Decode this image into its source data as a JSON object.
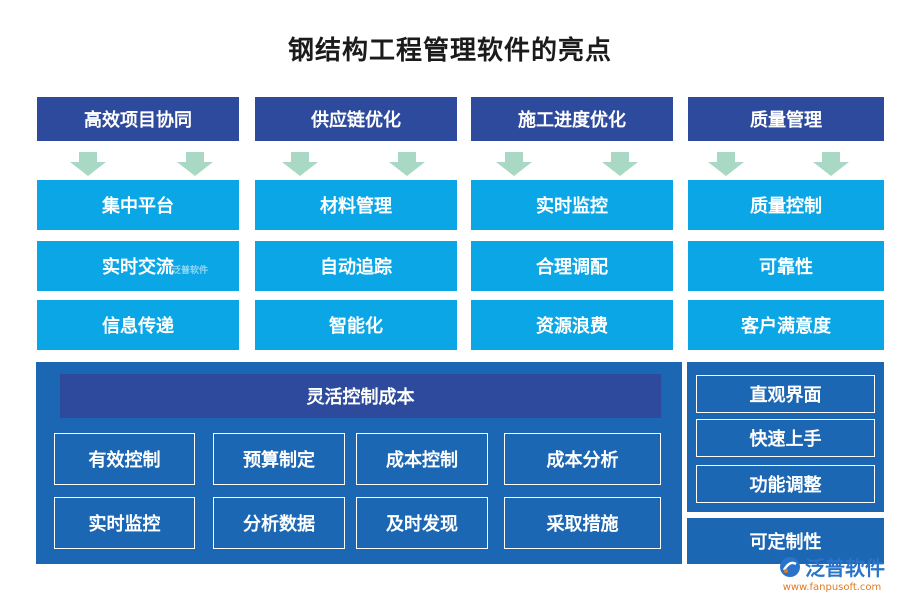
{
  "title": "钢结构工程管理软件的亮点",
  "columns": [
    {
      "header": "高效项目协同",
      "items": [
        "集中平台",
        "实时交流",
        "信息传递"
      ]
    },
    {
      "header": "供应链优化",
      "items": [
        "材料管理",
        "自动追踪",
        "智能化"
      ]
    },
    {
      "header": "施工进度优化",
      "items": [
        "实时监控",
        "合理调配",
        "资源浪费"
      ]
    },
    {
      "header": "质量管理",
      "items": [
        "质量控制",
        "可靠性",
        "客户满意度"
      ]
    }
  ],
  "cost_panel": {
    "heading": "灵活控制成本",
    "row1": [
      "有效控制",
      "预算制定",
      "成本控制",
      "成本分析"
    ],
    "row2": [
      "实时监控",
      "分析数据",
      "及时发现",
      "采取措施"
    ]
  },
  "usability_panel": {
    "items": [
      "直观界面",
      "快速上手",
      "功能调整"
    ],
    "footer": "可定制性"
  },
  "logo": {
    "name": "泛普软件",
    "url": "www.fanpusoft.com"
  },
  "watermark": "泛普软件",
  "colors": {
    "header": "#2e4a9c",
    "cell": "#0aa6e6",
    "panel": "#1c67b3",
    "arrow": "#a9d8c4"
  }
}
